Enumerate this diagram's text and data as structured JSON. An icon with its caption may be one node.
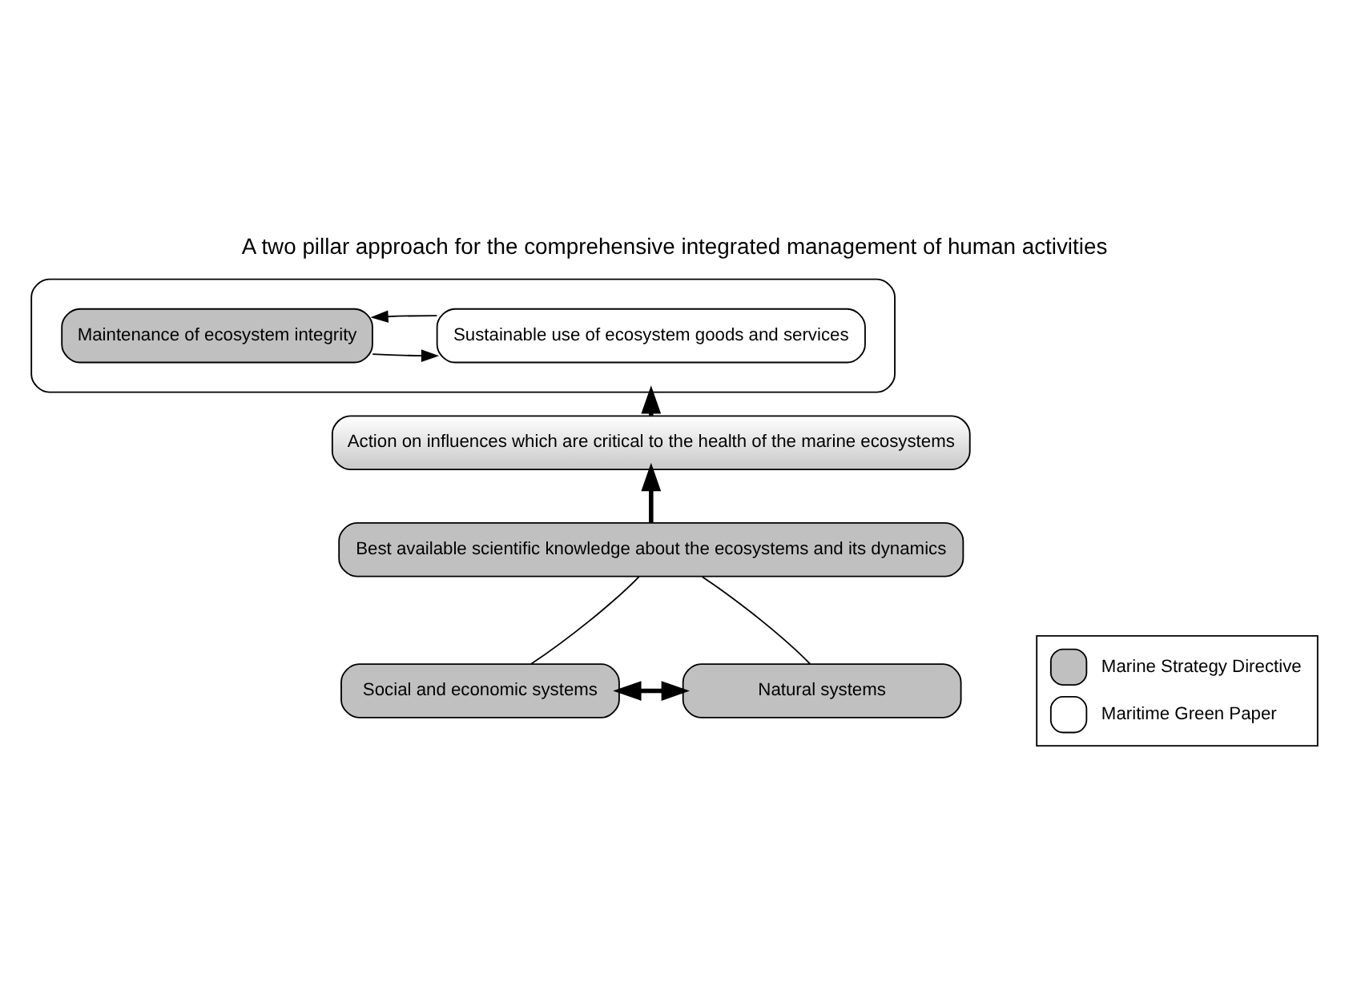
{
  "diagram": {
    "title": "A two pillar approach for the comprehensive integrated management of human activities",
    "nodes": [
      {
        "text": [],
        "shape": "ellipse"
      },
      {
        "text": [
          "Sustainable use of ecosystem goods and services"
        ],
        "in": 0
      },
      {
        "text": [
          "Maintenance of ecosystem integrity"
        ],
        "in": 0
      },
      {
        "text": [
          "Action on influences which are critical to the health of the marine ecosystems"
        ]
      },
      {
        "text": [
          "Best available scientific knowledge about the ecosystems and its dynamics"
        ]
      },
      {
        "text": [
          "Social and economic systems"
        ]
      },
      {
        "text": [
          "Natural systems"
        ]
      }
    ],
    "edges": [
      {
        "from": 1,
        "to": 2,
        "arrow": "to"
      },
      {
        "from": 2,
        "to": 1,
        "arrow": "to"
      },
      {
        "from": 3,
        "to": 0,
        "arrow": "to",
        "style": "thick"
      },
      {
        "from": 4,
        "to": 3,
        "arrow": "to",
        "style": "thick"
      },
      {
        "from": 4,
        "to": 5,
        "arrow": "none"
      },
      {
        "from": 4,
        "to": 6,
        "arrow": "none"
      },
      {
        "from": 5,
        "to": 6,
        "arrow": "both",
        "style": "thick"
      }
    ],
    "legend": [
      {
        "text": "Marine Strategy Directive",
        "color": "#c0c0c0"
      },
      {
        "text": "Maritime Green Paper",
        "color": "#ffffff"
      }
    ]
  }
}
